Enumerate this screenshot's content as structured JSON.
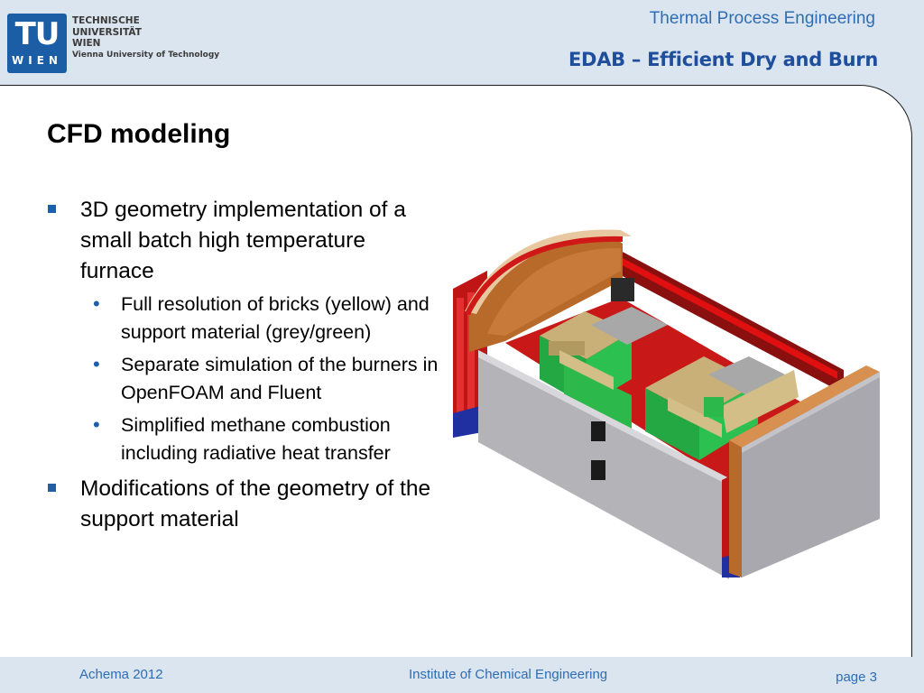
{
  "header": {
    "logo": {
      "mark_top": "TU",
      "mark_bottom": "WIEN",
      "line1": "TECHNISCHE",
      "line2": "UNIVERSITÄT",
      "line3": "WIEN",
      "line4": "Vienna University of Technology"
    },
    "department": "Thermal Process Engineering",
    "project": "EDAB – Efficient Dry and Burn"
  },
  "slide": {
    "title": "CFD modeling",
    "bullets": [
      {
        "text": "3D geometry implementation of a small batch high temperature furnace",
        "sub": [
          "Full resolution of bricks (yellow) and support material (grey/green)",
          "Separate simulation of the burners in OpenFOAM and Fluent",
          "Simplified methane combustion including radiative heat transfer"
        ]
      },
      {
        "text": "Modifications of the geometry of the support material"
      }
    ]
  },
  "footer": {
    "left": "Achema 2012",
    "center": "Institute of Chemical Engineering",
    "right": "page 3"
  },
  "colors": {
    "accent": "#1f5fa8",
    "header_text": "#2e6db4",
    "band": "#dbe5ef"
  },
  "figure": {
    "icon": "furnace-3d-model"
  }
}
